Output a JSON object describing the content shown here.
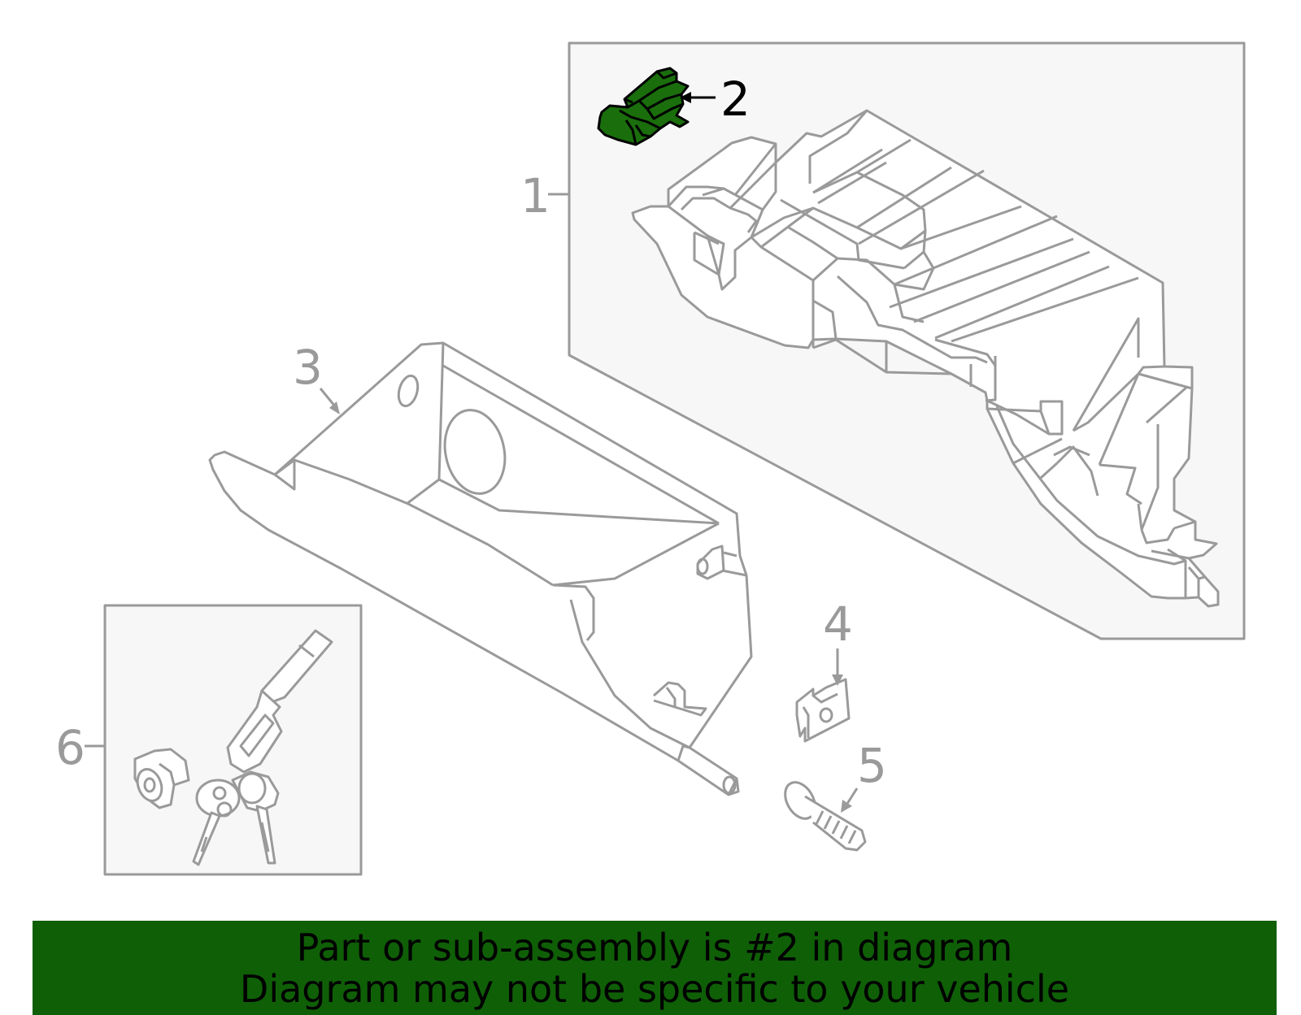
{
  "callouts": {
    "c1": "1",
    "c2": "2",
    "c3": "3",
    "c4": "4",
    "c5": "5",
    "c6": "6"
  },
  "highlighted_part": "2",
  "banner": {
    "line1": "Part or sub-assembly is #2 in diagram",
    "line2": "Diagram may not be specific to your vehicle"
  },
  "colors": {
    "line": "#9a9a9a",
    "box_fill": "#f7f7f7",
    "highlight": "#1a6e0c",
    "banner": "#0f5f07",
    "banner_text": "#000000"
  }
}
